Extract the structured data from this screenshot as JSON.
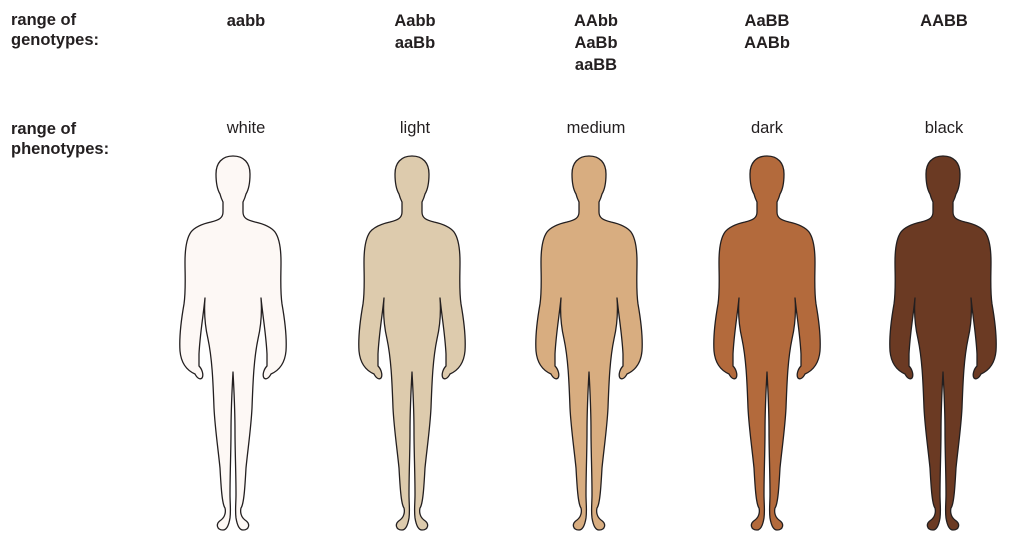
{
  "row_labels": {
    "genotypes": "range of\ngenotypes:",
    "phenotypes": "range of\nphenotypes:"
  },
  "columns": [
    {
      "genotypes": [
        "aabb"
      ],
      "phenotype": "white",
      "skin_color": "#fdf8f5"
    },
    {
      "genotypes": [
        "Aabb",
        "aaBb"
      ],
      "phenotype": "light",
      "skin_color": "#ddcbad"
    },
    {
      "genotypes": [
        "AAbb",
        "AaBb",
        "aaBB"
      ],
      "phenotype": "medium",
      "skin_color": "#d8ad80"
    },
    {
      "genotypes": [
        "AaBB",
        "AABb"
      ],
      "phenotype": "dark",
      "skin_color": "#b36a3c"
    },
    {
      "genotypes": [
        "AABB"
      ],
      "phenotype": "black",
      "skin_color": "#6b3a23"
    }
  ]
}
